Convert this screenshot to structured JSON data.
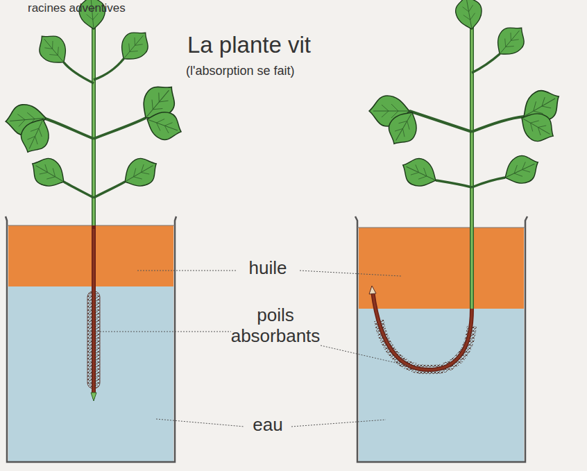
{
  "diagram": {
    "title": "La plante vit",
    "labels": [
      "racines adventives",
      "(l'absorption se fait)",
      "huile",
      "poils absorbants",
      "eau"
    ]
  }
}
